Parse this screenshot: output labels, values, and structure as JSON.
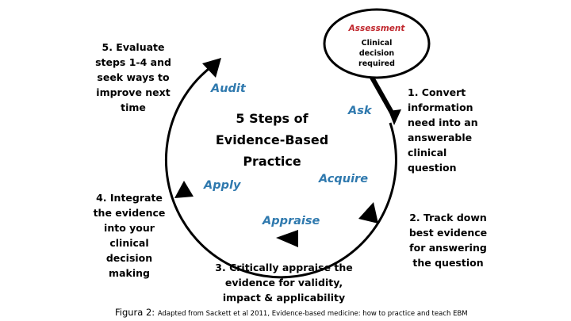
{
  "diagram": {
    "center_title_lines": [
      "5 Steps of",
      "Evidence-Based",
      "Practice"
    ],
    "assessment": {
      "title": "Assessment",
      "lines": [
        "Clinical",
        "decision",
        "required"
      ]
    },
    "phases": {
      "ask": "Ask",
      "acquire": "Acquire",
      "appraise": "Appraise",
      "apply": "Apply",
      "audit": "Audit"
    },
    "steps": {
      "step1": [
        "1. Convert",
        "information",
        "need into an",
        "answerable",
        "clinical",
        "question"
      ],
      "step2": [
        "2. Track down",
        "best evidence",
        "for answering",
        "the question"
      ],
      "step3": [
        "3. Critically appraise the",
        "evidence for validity,",
        "impact & applicability"
      ],
      "step4": [
        "4. Integrate",
        "the evidence",
        "into your",
        "clinical",
        "decision",
        "making"
      ],
      "step5": [
        "5. Evaluate",
        "steps 1-4 and",
        "seek ways to",
        "improve next",
        "time"
      ]
    },
    "colors": {
      "phase_blue": "#2f79ae",
      "assessment_red": "#c0272d",
      "line": "#000000"
    }
  },
  "caption": {
    "label": "Figura 2: ",
    "text": "Adapted from Sackett et al 2011, Evidence-based medicine: how to practice and teach EBM"
  }
}
